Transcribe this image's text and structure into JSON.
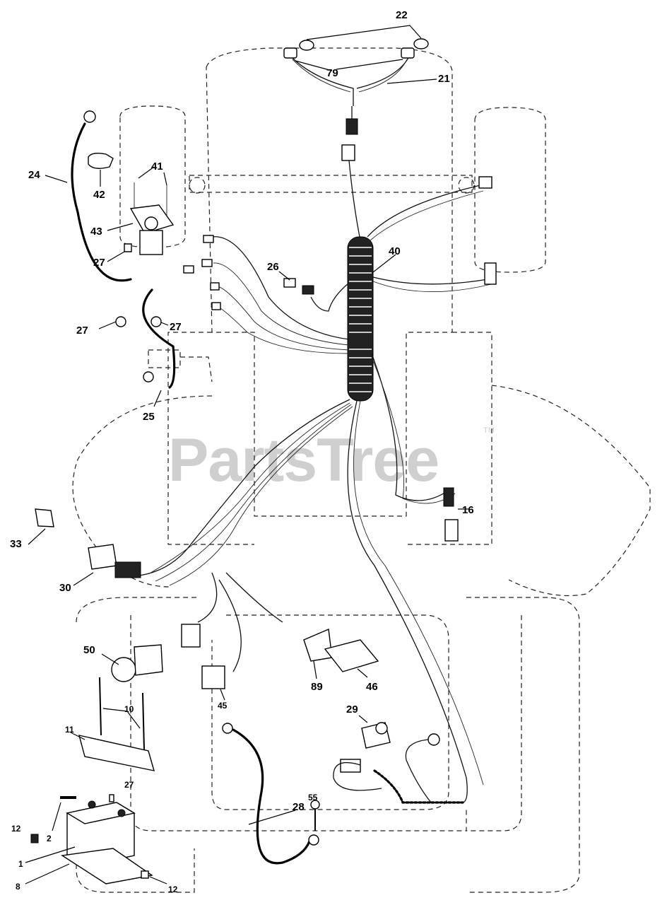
{
  "watermark": {
    "text": "PartsTree",
    "mark": "TM"
  },
  "callouts": [
    {
      "id": "c22",
      "label": "22"
    },
    {
      "id": "c79",
      "label": "79"
    },
    {
      "id": "c21",
      "label": "21"
    },
    {
      "id": "c41",
      "label": "41"
    },
    {
      "id": "c24",
      "label": "24"
    },
    {
      "id": "c42",
      "label": "42"
    },
    {
      "id": "c43",
      "label": "43"
    },
    {
      "id": "c27a",
      "label": "27"
    },
    {
      "id": "c27b",
      "label": "27"
    },
    {
      "id": "c27c",
      "label": "27"
    },
    {
      "id": "c40",
      "label": "40"
    },
    {
      "id": "c26",
      "label": "26"
    },
    {
      "id": "c25",
      "label": "25"
    },
    {
      "id": "c16",
      "label": "16"
    },
    {
      "id": "c33",
      "label": "33"
    },
    {
      "id": "c30",
      "label": "30"
    },
    {
      "id": "c50",
      "label": "50"
    },
    {
      "id": "c10",
      "label": "10"
    },
    {
      "id": "c11",
      "label": "11"
    },
    {
      "id": "c45",
      "label": "45"
    },
    {
      "id": "c89",
      "label": "89"
    },
    {
      "id": "c46",
      "label": "46"
    },
    {
      "id": "c29",
      "label": "29"
    },
    {
      "id": "c27d",
      "label": "27"
    },
    {
      "id": "c55",
      "label": "55"
    },
    {
      "id": "c28",
      "label": "28"
    },
    {
      "id": "c12a",
      "label": "12"
    },
    {
      "id": "c2",
      "label": "2"
    },
    {
      "id": "c1",
      "label": "1"
    },
    {
      "id": "c8",
      "label": "8"
    },
    {
      "id": "c12b",
      "label": "12"
    }
  ]
}
